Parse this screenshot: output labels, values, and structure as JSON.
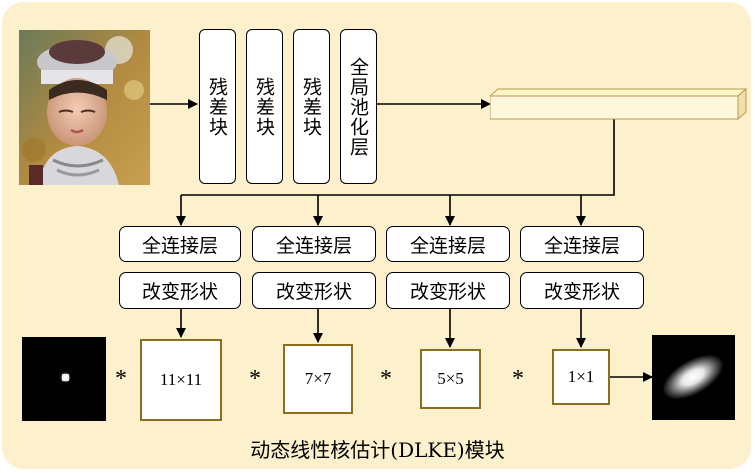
{
  "backbone": {
    "blocks": [
      "残差块",
      "残差块",
      "残差块",
      "全局池化层"
    ]
  },
  "heads": [
    {
      "fc_label": "全连接层",
      "reshape_label": "改变形状",
      "kernel_label": "11×11"
    },
    {
      "fc_label": "全连接层",
      "reshape_label": "改变形状",
      "kernel_label": "7×7"
    },
    {
      "fc_label": "全连接层",
      "reshape_label": "改变形状",
      "kernel_label": "5×5"
    },
    {
      "fc_label": "全连接层",
      "reshape_label": "改变形状",
      "kernel_label": "1×1"
    }
  ],
  "convolution_symbol": "*",
  "caption": "动态线性核估计(DLKE)模块",
  "colors": {
    "panel": "#fdf0cd",
    "kernel_border": "#8b6f1f",
    "feature_bar": "#fff8dc"
  }
}
